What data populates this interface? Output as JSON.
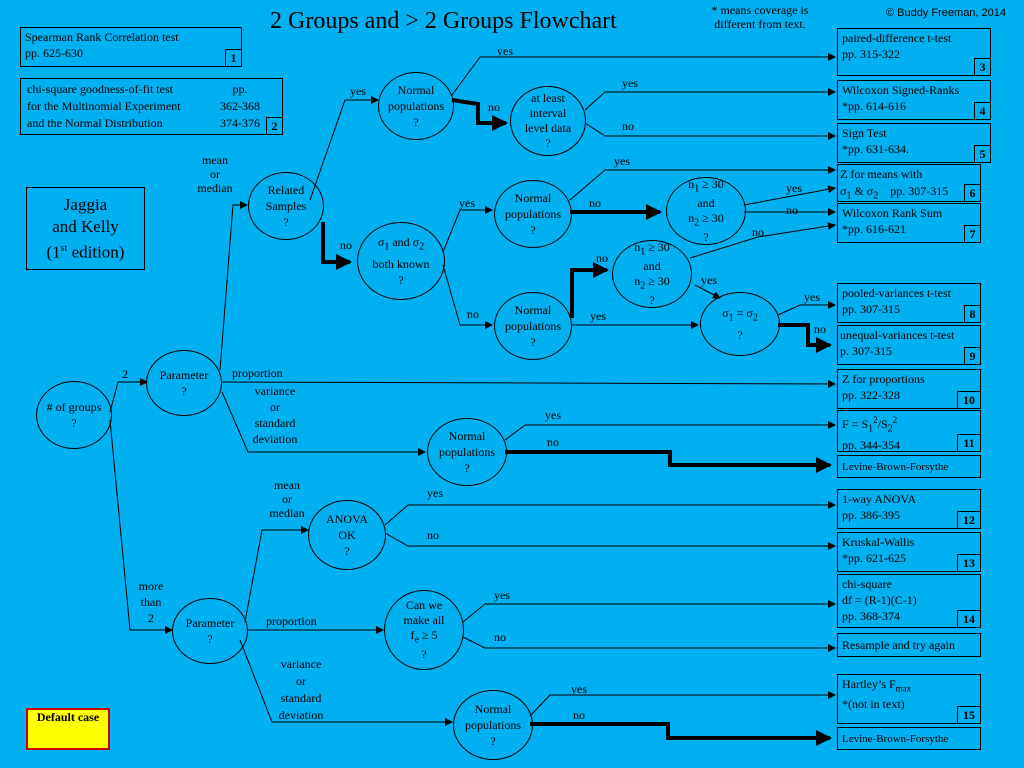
{
  "title": "2 Groups and > 2 Groups Flowchart",
  "coverage_note": [
    "* means coverage is",
    "different from text."
  ],
  "copyright": "© Buddy Freeman, 2014",
  "reference_box": [
    "Jaggia",
    "and Kelly",
    "(1",
    "st",
    " edition)"
  ],
  "spearman": {
    "lines": [
      "Spearman Rank Correlation test",
      "pp. 625-630"
    ],
    "number": "1"
  },
  "chi_gof": {
    "lines": [
      "chi-square goodness-of-fit test",
      "for the Multinomial Experiment",
      "and the Normal Distribution"
    ],
    "pages": [
      "pp.",
      "362-368",
      "374-376"
    ],
    "number": "2"
  },
  "default_case": "Default case",
  "nodes": {
    "groups": [
      "# of groups",
      "?"
    ],
    "param_top": [
      "Parameter",
      "?"
    ],
    "related": [
      "Related",
      "Samples",
      "?"
    ],
    "normal_top": [
      "Normal",
      "populations",
      "?"
    ],
    "interval": [
      "at least",
      "interval",
      "level data",
      "?"
    ],
    "sigma_known": [
      "σ",
      "1",
      " and σ",
      "2",
      "both known",
      "?"
    ],
    "normal_mid": [
      "Normal",
      "populations",
      "?"
    ],
    "n30_a": [
      "n",
      "1",
      " ≥ 30",
      "and",
      "n",
      "2",
      " ≥ 30",
      "?"
    ],
    "n30_b": [
      "n",
      "1",
      " ≥ 30",
      "and",
      "n",
      "2",
      " ≥ 30",
      "?"
    ],
    "normal_low": [
      "Normal",
      "populations",
      "?"
    ],
    "sigma_eq": [
      "σ",
      "1",
      " = σ",
      "2",
      "?"
    ],
    "normal_var": [
      "Normal",
      "populations",
      "?"
    ],
    "anova": [
      "ANOVA",
      "OK",
      "?"
    ],
    "param_bottom": [
      "Parameter",
      "?"
    ],
    "can_we": [
      "Can we",
      "make all",
      "f",
      "e",
      " ≥ 5",
      "?"
    ],
    "normal_bottom": [
      "Normal",
      "populations",
      "?"
    ]
  },
  "edge_labels": {
    "yes": "yes",
    "no": "no",
    "two": "2",
    "mean_median": [
      "mean",
      "or",
      "median"
    ],
    "proportion": "proportion",
    "variance": [
      "variance",
      "or",
      "standard",
      "deviation"
    ],
    "more_than_2": [
      "more",
      "than",
      "2"
    ]
  },
  "results": [
    {
      "lines": [
        "paired-difference t-test",
        "pp. 315-322"
      ],
      "number": "3"
    },
    {
      "lines": [
        "Wilcoxon Signed-Ranks",
        "*pp. 614-616"
      ],
      "number": "4"
    },
    {
      "lines": [
        "Sign Test",
        "*pp. 631-634."
      ],
      "number": "5"
    },
    {
      "lines": [
        "Z for means with",
        "σ",
        "1",
        " & σ",
        "2",
        "    pp. 307-315"
      ],
      "number": "6"
    },
    {
      "lines": [
        "Wilcoxon Rank Sum",
        "*pp. 616-621"
      ],
      "number": "7"
    },
    {
      "lines": [
        "pooled-variances t-test",
        "pp. 307-315"
      ],
      "number": "8"
    },
    {
      "lines": [
        "unequal-variances t-test",
        "p. 307-315"
      ],
      "number": "9"
    },
    {
      "lines": [
        "Z for proportions",
        "pp. 322-328"
      ],
      "number": "10"
    },
    {
      "lines": [
        "F = S",
        "1",
        "2",
        "/S",
        "2",
        "2",
        "pp. 344-354"
      ],
      "number": "11"
    },
    {
      "lines": [
        "Levine-Brown-Forsythe"
      ],
      "number": ""
    },
    {
      "lines": [
        "1-way ANOVA",
        "pp. 386-395"
      ],
      "number": "12"
    },
    {
      "lines": [
        "Kruskal-Wallis",
        "*pp. 621-625"
      ],
      "number": "13"
    },
    {
      "lines": [
        "chi-square",
        "df = (R-1)(C-1)",
        "pp. 368-374"
      ],
      "number": "14"
    },
    {
      "lines": [
        "Resample and try again"
      ],
      "number": ""
    },
    {
      "lines": [
        "Hartley’s F",
        "max",
        "*(not in text)"
      ],
      "number": "15"
    },
    {
      "lines": [
        "Levine-Brown-Forsythe"
      ],
      "number": ""
    }
  ],
  "colors": {
    "background": "#00b0f0",
    "default_fill": "#ffff00",
    "default_border": "#cc0000",
    "lines": "#000000"
  }
}
